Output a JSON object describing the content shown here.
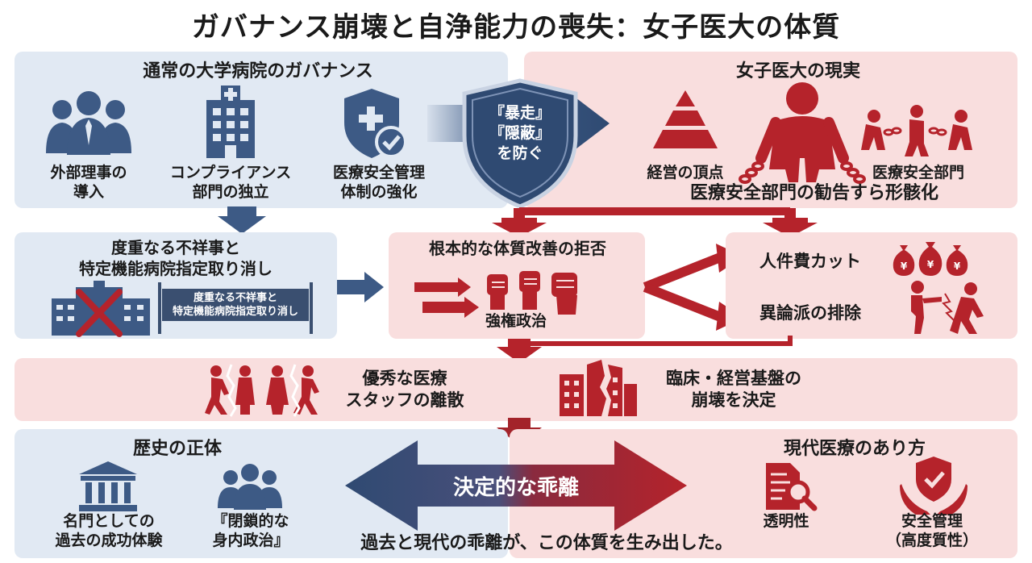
{
  "title": "ガバナンス崩壊と自浄能力の喪失：女子医大の体質",
  "normal_governance": {
    "heading": "通常の大学病院のガバナンス",
    "items": [
      {
        "label": "外部理事の\n導入",
        "icon": "people-icon"
      },
      {
        "label": "コンプライアンス\n部門の独立",
        "icon": "hospital-building-icon"
      },
      {
        "label": "医療安全管理\n体制の強化",
        "icon": "shield-check-icon"
      }
    ]
  },
  "shield": {
    "label": "『暴走』\n『隠蔽』\nを防ぐ"
  },
  "reality": {
    "heading": "女子医大の現実",
    "top_label": "経営の頂点",
    "dept_label": "医療安全部門",
    "caption": "医療安全部門の勧告すら形骸化"
  },
  "scandal": {
    "heading": "度重なる不祥事と\n特定機能病院指定取り消し",
    "banner": "度重なる不祥事と\n特定機能病院指定取り消し"
  },
  "refusal": {
    "heading": "根本的な体質改善の拒否",
    "caption": "強権政治"
  },
  "outcomes": {
    "cost_cut": "人件費カット",
    "exclusion": "異論派の排除"
  },
  "consequences": {
    "staff": "優秀な医療\nスタッフの離散",
    "collapse": "臨床・経営基盤の\n崩壊を決定"
  },
  "history": {
    "heading": "歴史の正体",
    "success": "名門としての\n過去の成功体験",
    "closed": "『閉鎖的な\n身内政治』"
  },
  "divergence": {
    "label": "決定的な乖離"
  },
  "modern": {
    "heading": "現代医療のあり方",
    "transparency": "透明性",
    "safety": "安全管理\n（高度質性）"
  },
  "footer": "過去と現代の乖離が、この体質を生み出した。",
  "colors": {
    "blue": "#2f4a72",
    "red": "#b5232b",
    "blue_bg": "#e1e9f3",
    "red_bg": "#f9dede"
  }
}
